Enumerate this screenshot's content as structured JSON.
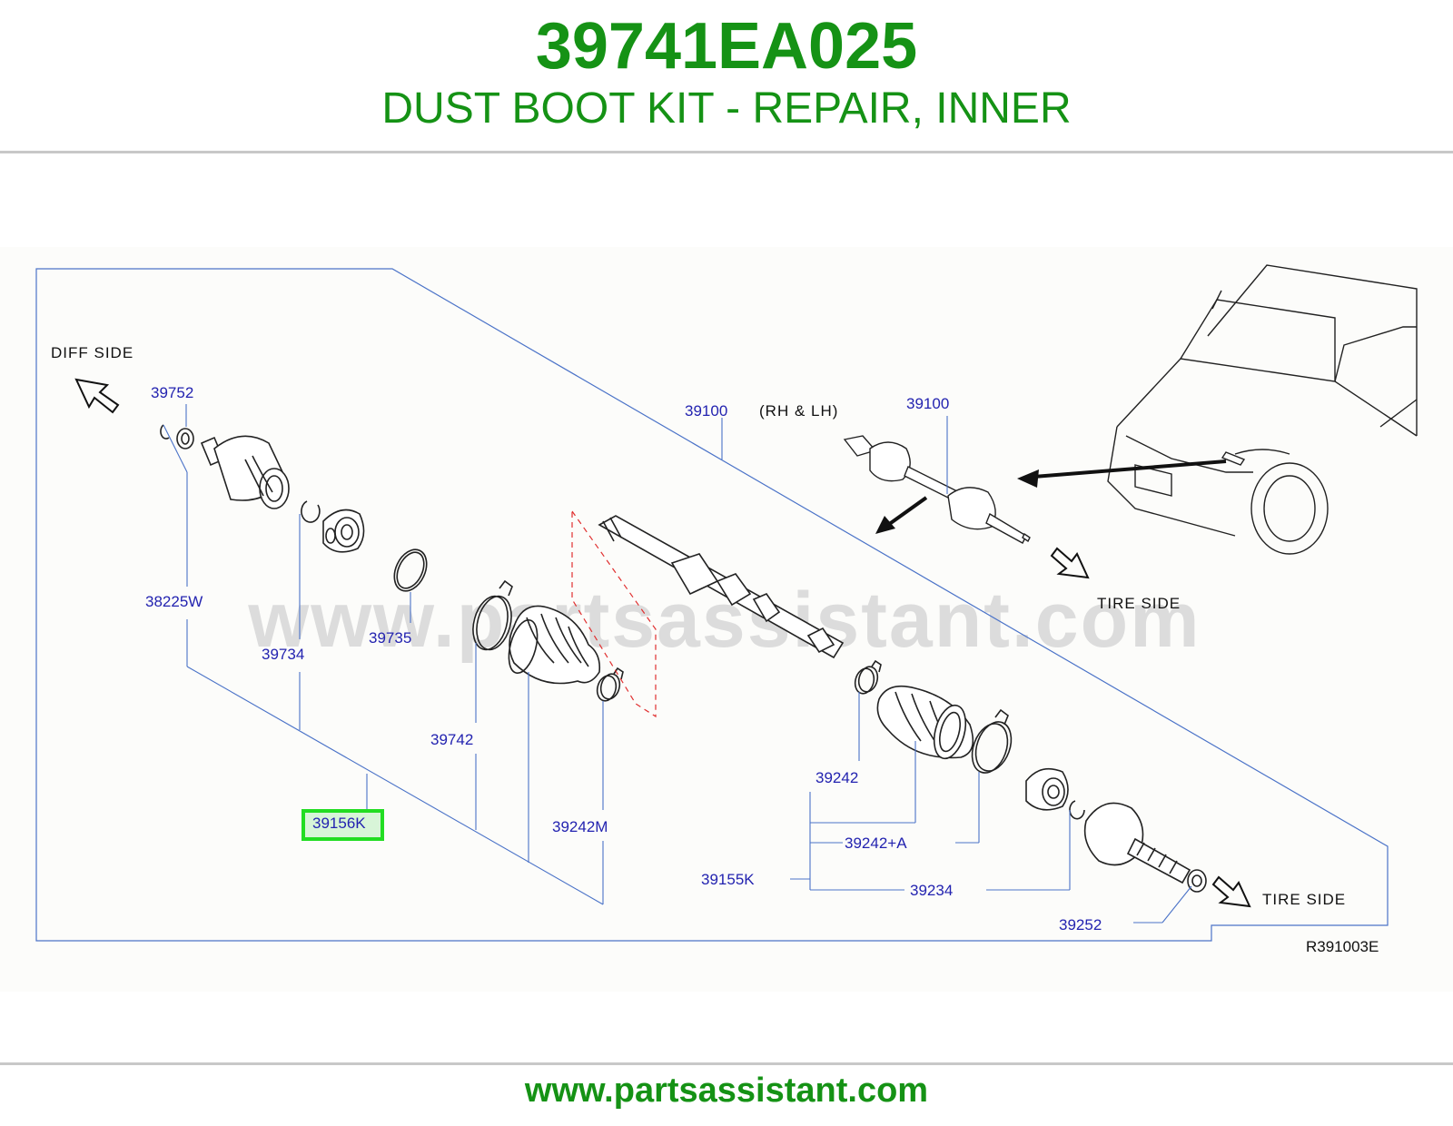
{
  "header": {
    "part_number": "39741EA025",
    "description": "DUST BOOT KIT - REPAIR, INNER"
  },
  "diagram": {
    "watermark": "www.partsassistant.com",
    "diff_side": "DIFF   SIDE",
    "tire_side_upper": "TIRE   SIDE",
    "tire_side_lower": "TIRE   SIDE",
    "rh_lh": "(RH   &   LH)",
    "ref_code": "R391003E",
    "highlight_color": "#22dd22",
    "labels": {
      "p39752": "39752",
      "p38225w": "38225W",
      "p39734": "39734",
      "p39735": "39735",
      "p39742": "39742",
      "p39156k": "39156K",
      "p39242m": "39242M",
      "p39100_main": "39100",
      "p39100_inset": "39100",
      "p39242": "39242",
      "p39242a": "39242+A",
      "p39155k": "39155K",
      "p39234": "39234",
      "p39252": "39252"
    }
  },
  "footer": {
    "url": "www.partsassistant.com"
  },
  "colors": {
    "brand_green": "#159215",
    "label_blue": "#2323b0",
    "leader_blue": "#4b73c8"
  }
}
